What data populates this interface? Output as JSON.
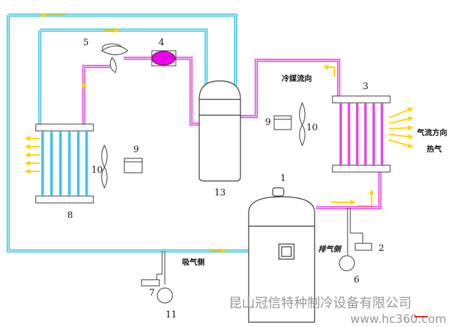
{
  "colors": {
    "cyan_line": "#33c3e6",
    "cyan_line_light": "#d6f4fb",
    "magenta_line": "#e640e6",
    "magenta_line_light": "#f8d2f8",
    "arrow_yellow": "#ffd700",
    "valve_fill": "#ee00ee",
    "watermark": "#9a9a9a",
    "watermark_accent": "#d9241c"
  },
  "labels": {
    "compressor": "1",
    "pressure_switch_right": "2",
    "condenser": "3",
    "valve": "4",
    "fan_top": "5",
    "gauge_right": "6",
    "pressure_switch_left": "7",
    "evaporator": "8",
    "motor_right": "9",
    "motor_left": "9",
    "fan_right": "10",
    "fan_left": "10",
    "gauge_left": "11",
    "receiver": "13"
  },
  "text": {
    "refrigerant_flow": "冷媒流向",
    "airflow_direction": "气流方向",
    "hot_air": "热气",
    "discharge_side": "排气侧",
    "suction_side": "吸气侧"
  },
  "watermark": {
    "company": "昆山冠信特种制冷设备有限公司",
    "url": "www.hc360.com"
  }
}
